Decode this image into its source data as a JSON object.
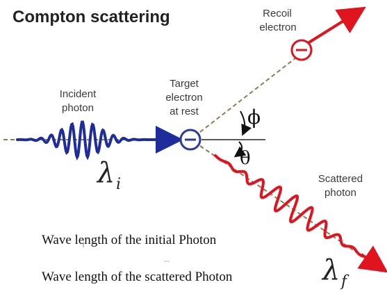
{
  "title": "Compton scattering",
  "labels": {
    "recoil_electron_line1": "Recoil",
    "recoil_electron_line2": "electron",
    "incident_photon_line1": "Incident",
    "incident_photon_line2": "photon",
    "target_line1": "Target",
    "target_line2": "electron",
    "target_line3": "at rest",
    "scattered_photon_line1": "Scattered",
    "scattered_photon_line2": "photon"
  },
  "symbols": {
    "electron_charge": "⊖",
    "phi": "ϕ",
    "theta": "θ",
    "lambda_initial": "λ",
    "lambda_initial_sub": "i",
    "lambda_final": "λ",
    "lambda_final_sub": "f"
  },
  "captions": {
    "initial": "Wave length of the initial Photon",
    "scattered": "Wave length of the scattered Photon"
  },
  "colors": {
    "incident_wave": "#1f2d9c",
    "scattered_wave": "#e0141e",
    "target_electron": "#2b3a9c",
    "recoil_electron": "#e0141e",
    "dashed_line": "#8a7a55"
  }
}
